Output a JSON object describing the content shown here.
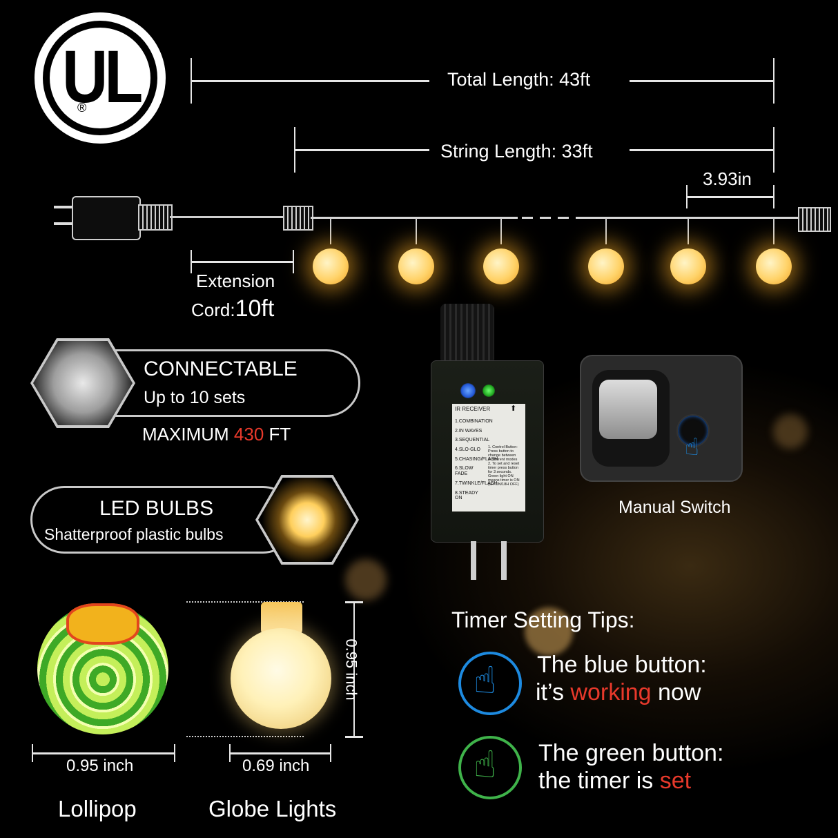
{
  "logo": {
    "letters": "UL",
    "registered": "®"
  },
  "dimensions": {
    "total_length": "Total Length: 43ft",
    "string_length": "String Length: 33ft",
    "bulb_spacing": "3.93in",
    "extension_label": "Extension",
    "extension_cord_prefix": "Cord:",
    "extension_cord_value": "10ft"
  },
  "connectable": {
    "title": "CONNECTABLE",
    "subtitle": "Up to 10 sets",
    "maximum_prefix": "MAXIMUM",
    "maximum_value": "430",
    "maximum_unit": "FT"
  },
  "led_bulbs": {
    "title": "LED BULBS",
    "subtitle": "Shatterproof plastic bulbs"
  },
  "controller": {
    "ir_label": "IR RECEIVER",
    "modes": [
      "1.COMBINATION",
      "2.IN WAVES",
      "3.SEQUENTIAL",
      "4.SLO-GLO",
      "5.CHASING/FLASH",
      "6.SLOW FADE",
      "7.TWINKLE/FLASH",
      "8.STEADY ON"
    ],
    "instructions": [
      "1. Control Button:",
      "Press button to",
      "change between",
      "8 different modes",
      "2. To set and reset",
      "timer press button",
      "for 3 seconds.",
      "Green light ON",
      "means timer is ON",
      "(6H ON/18H OFF)"
    ]
  },
  "manual_switch": {
    "label": "Manual Switch"
  },
  "size_comparison": {
    "lollipop_label": "Lollipop",
    "lollipop_width": "0.95 inch",
    "globe_label": "Globe Lights",
    "globe_width": "0.69 inch",
    "globe_height": "0.95 inch"
  },
  "timer_tips": {
    "title": "Timer Setting Tips:",
    "blue_line1": "The blue button:",
    "blue_line2_prefix": "it’s",
    "blue_line2_highlight": "working",
    "blue_line2_suffix": "now",
    "green_line1": "The green button:",
    "green_line2_prefix": "the timer is",
    "green_line2_highlight": "set"
  },
  "colors": {
    "accent_red": "#e8392b",
    "bulb_glow": "#ffc24a",
    "blue_icon": "#1d8ae0",
    "green_icon": "#3fb34a"
  }
}
